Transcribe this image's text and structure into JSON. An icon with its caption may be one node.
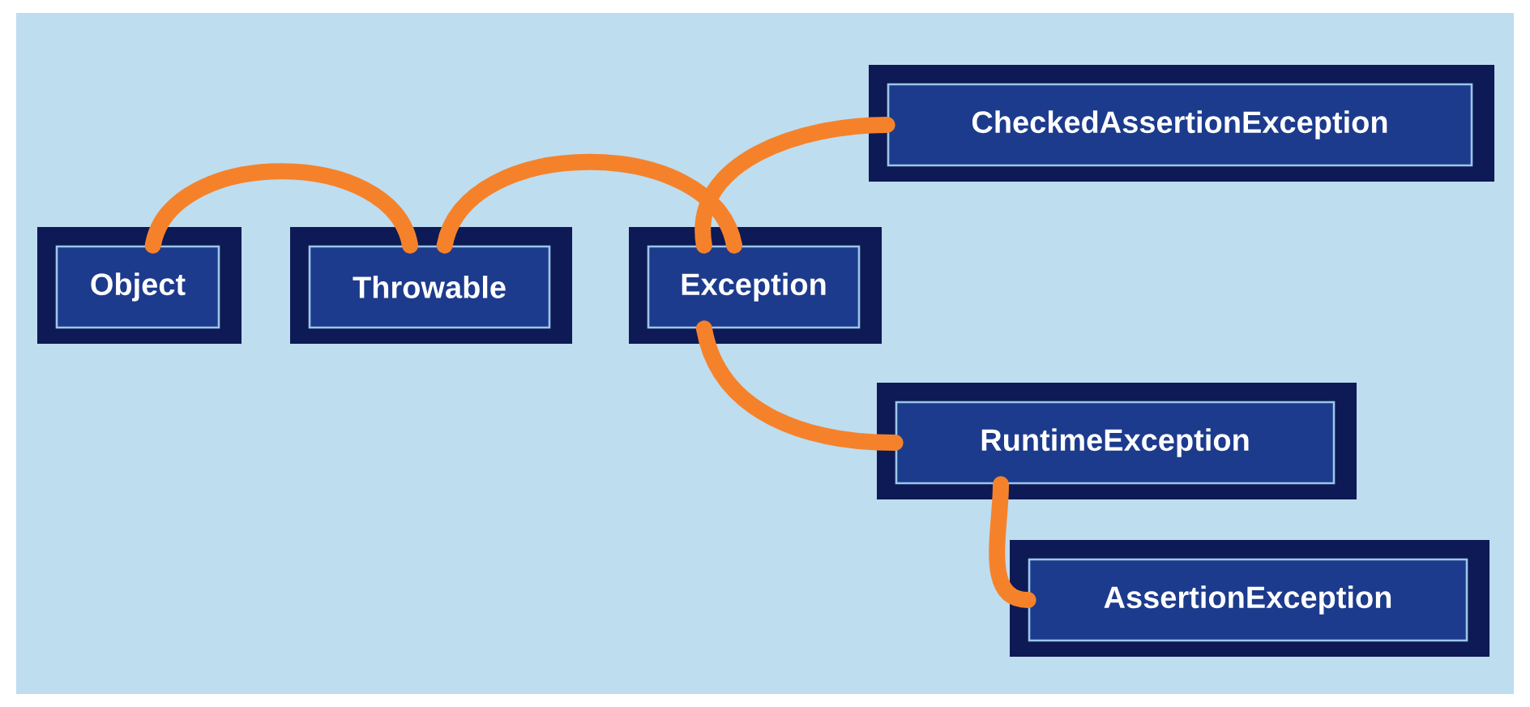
{
  "diagram": {
    "nodes": [
      {
        "text": [
          "Object"
        ]
      },
      {
        "text": [
          "Throwable"
        ]
      },
      {
        "text": [
          "Exception"
        ]
      },
      {
        "text": [
          "CheckedAssertionException"
        ]
      },
      {
        "text": [
          "RuntimeException"
        ]
      },
      {
        "text": [
          "AssertionException"
        ]
      }
    ],
    "edges": [
      {
        "from": 0,
        "to": 1,
        "arrow": "none"
      },
      {
        "from": 1,
        "to": 2,
        "arrow": "none"
      },
      {
        "from": 2,
        "to": 3,
        "arrow": "none"
      },
      {
        "from": 2,
        "to": 4,
        "arrow": "none"
      },
      {
        "from": 4,
        "to": 5,
        "arrow": "none"
      }
    ]
  }
}
